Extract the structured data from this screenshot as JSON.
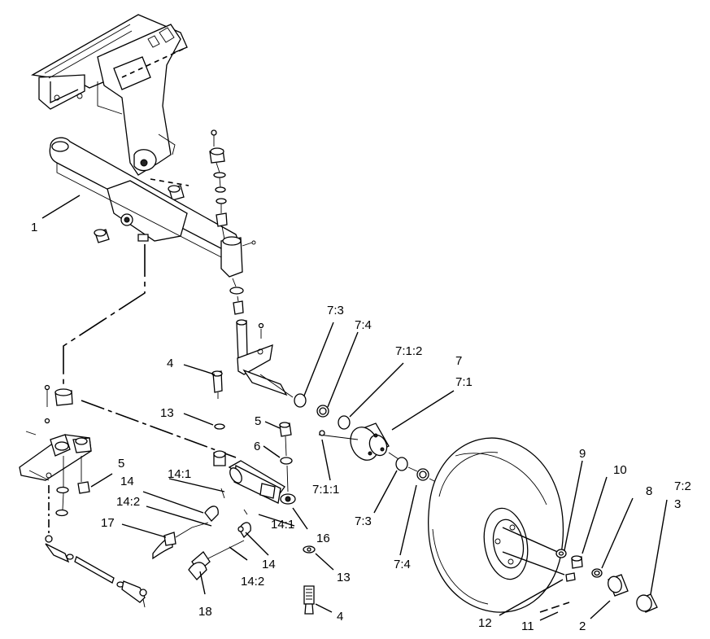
{
  "callouts": [
    {
      "id": "c1",
      "text": "1"
    },
    {
      "id": "c4a",
      "text": "4"
    },
    {
      "id": "c13a",
      "text": "13"
    },
    {
      "id": "c5a",
      "text": "5"
    },
    {
      "id": "c6",
      "text": "6"
    },
    {
      "id": "c5b",
      "text": "5"
    },
    {
      "id": "c14a",
      "text": "14"
    },
    {
      "id": "c14_1a",
      "text": "14:1"
    },
    {
      "id": "c14_2a",
      "text": "14:2"
    },
    {
      "id": "c17",
      "text": "17"
    },
    {
      "id": "c14_1b",
      "text": "14:1"
    },
    {
      "id": "c16",
      "text": "16"
    },
    {
      "id": "c14b",
      "text": "14"
    },
    {
      "id": "c14_2b",
      "text": "14:2"
    },
    {
      "id": "c18",
      "text": "18"
    },
    {
      "id": "c13b",
      "text": "13"
    },
    {
      "id": "c4b",
      "text": "4"
    },
    {
      "id": "c7_3a",
      "text": "7:3"
    },
    {
      "id": "c7_4a",
      "text": "7:4"
    },
    {
      "id": "c7_1_2",
      "text": "7:1:2"
    },
    {
      "id": "c7",
      "text": "7"
    },
    {
      "id": "c7_1",
      "text": "7:1"
    },
    {
      "id": "c7_1_1",
      "text": "7:1:1"
    },
    {
      "id": "c7_3b",
      "text": "7:3"
    },
    {
      "id": "c7_4b",
      "text": "7:4"
    },
    {
      "id": "c9",
      "text": "9"
    },
    {
      "id": "c10",
      "text": "10"
    },
    {
      "id": "c8",
      "text": "8"
    },
    {
      "id": "c7_2",
      "text": "7:2"
    },
    {
      "id": "c3",
      "text": "3"
    },
    {
      "id": "c12",
      "text": "12"
    },
    {
      "id": "c11",
      "text": "11"
    },
    {
      "id": "c2",
      "text": "2"
    }
  ]
}
